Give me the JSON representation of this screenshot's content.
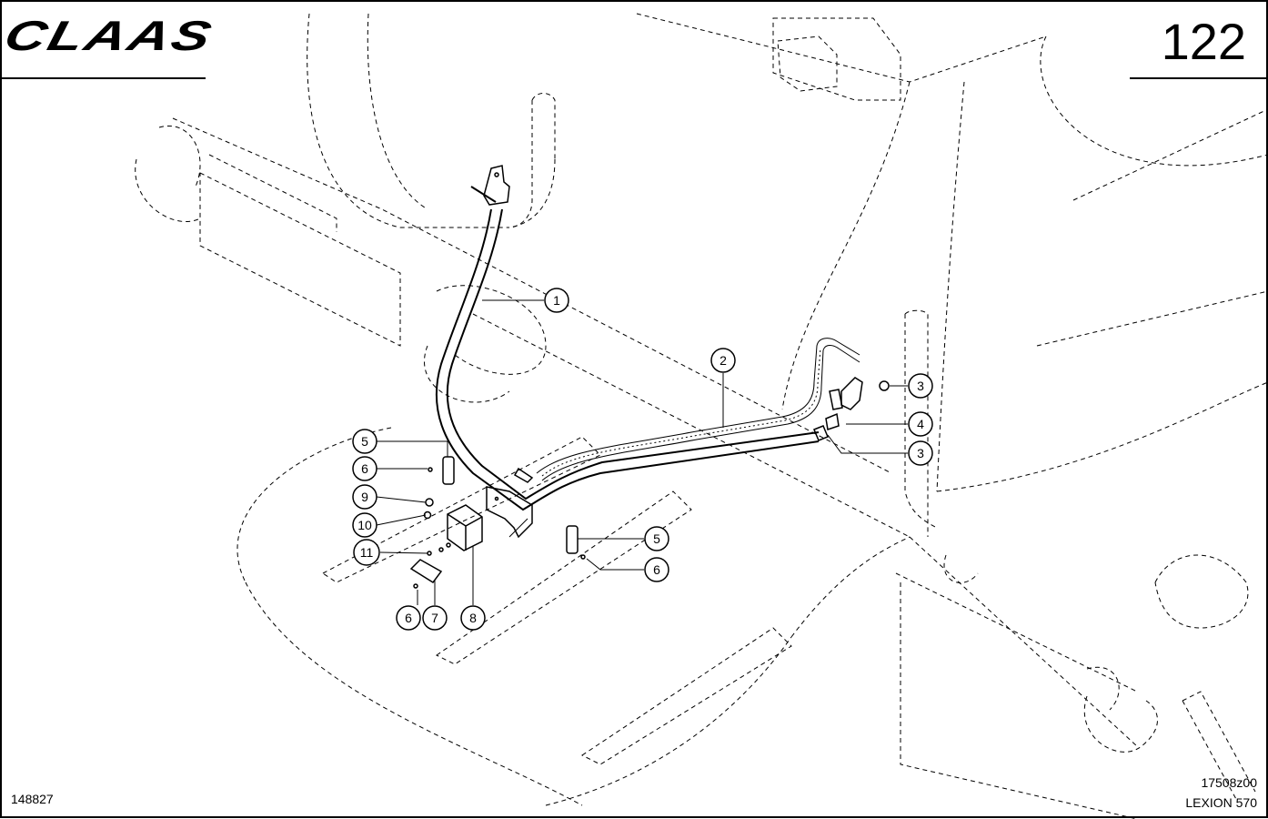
{
  "header": {
    "brand": "CLAAS",
    "page_number": "122"
  },
  "footer": {
    "document_id": "148827",
    "reference_code": "17508z00",
    "model": "LEXION 570"
  },
  "callouts": [
    {
      "id": "c1a",
      "label": "1"
    },
    {
      "id": "c2a",
      "label": "2"
    },
    {
      "id": "c3a",
      "label": "3"
    },
    {
      "id": "c4a",
      "label": "4"
    },
    {
      "id": "c3b",
      "label": "3"
    },
    {
      "id": "c5a",
      "label": "5"
    },
    {
      "id": "c6a",
      "label": "6"
    },
    {
      "id": "c9a",
      "label": "9"
    },
    {
      "id": "c10a",
      "label": "10"
    },
    {
      "id": "c11a",
      "label": "11"
    },
    {
      "id": "c5b",
      "label": "5"
    },
    {
      "id": "c6b",
      "label": "6"
    },
    {
      "id": "c6c",
      "label": "6"
    },
    {
      "id": "c7a",
      "label": "7"
    },
    {
      "id": "c8a",
      "label": "8"
    }
  ]
}
